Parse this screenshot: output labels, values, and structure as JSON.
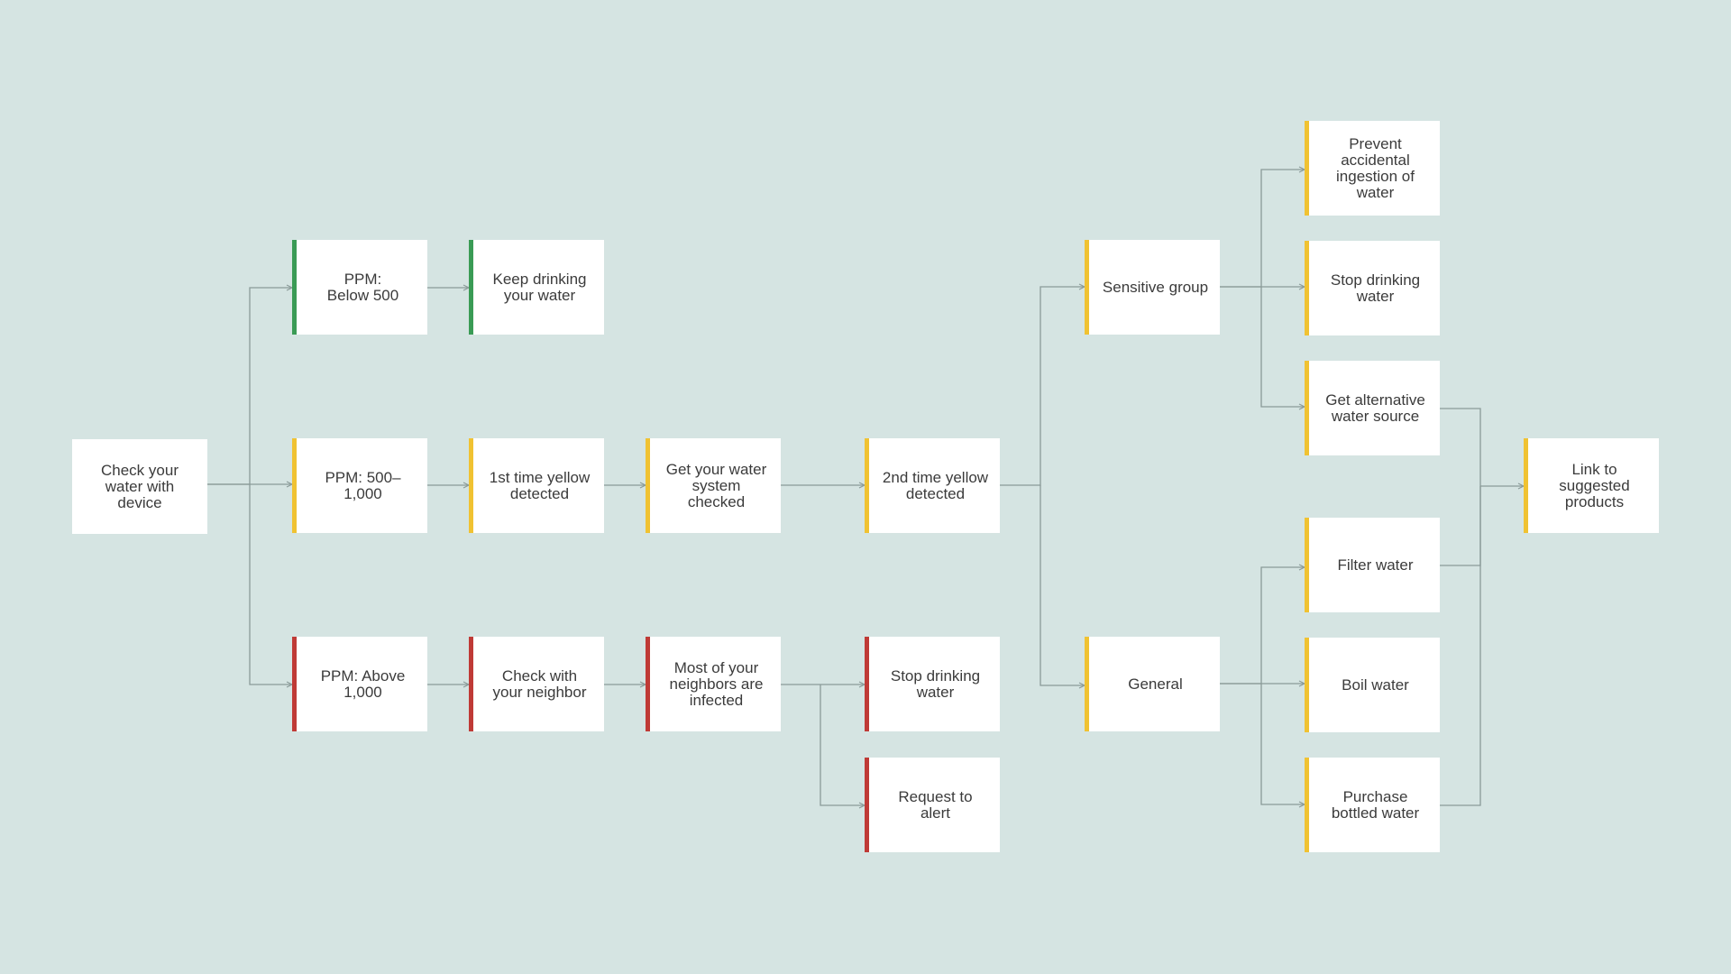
{
  "nodes": {
    "check_device": "Check your\nwater with\ndevice",
    "ppm_below_500": "PPM:\nBelow 500",
    "keep_drinking": "Keep drinking\nyour water",
    "ppm_500_1000": "PPM: 500–1,000",
    "first_yellow": "1st time yellow\ndetected",
    "get_checked": "Get your water\nsystem checked",
    "second_yellow": "2nd time yellow\ndetected",
    "ppm_above_1000": "PPM: Above\n1,000",
    "check_neighbor": "Check with\nyour neighbor",
    "neighbors_infected": "Most of your\nneighbors are\ninfected",
    "stop_drinking_red": "Stop drinking\nwater",
    "request_alert": "Request to alert",
    "sensitive_group": "Sensitive group",
    "general": "General",
    "prevent_ingestion": "Prevent\naccidental\ningestion of\nwater",
    "stop_drinking_yellow": "Stop drinking\nwater",
    "alternative_source": "Get alternative\nwater source",
    "filter_water": "Filter water",
    "boil_water": "Boil water",
    "bottled_water": "Purchase\nbottled water",
    "suggested_products": "Link to\nsuggested\nproducts"
  },
  "colors": {
    "background": "#d5e4e2",
    "node_fill": "#ffffff",
    "green": "#3a9b55",
    "yellow": "#f0c232",
    "red": "#bf3a36",
    "connector": "#8a9a98",
    "text": "#3b3b3b"
  }
}
